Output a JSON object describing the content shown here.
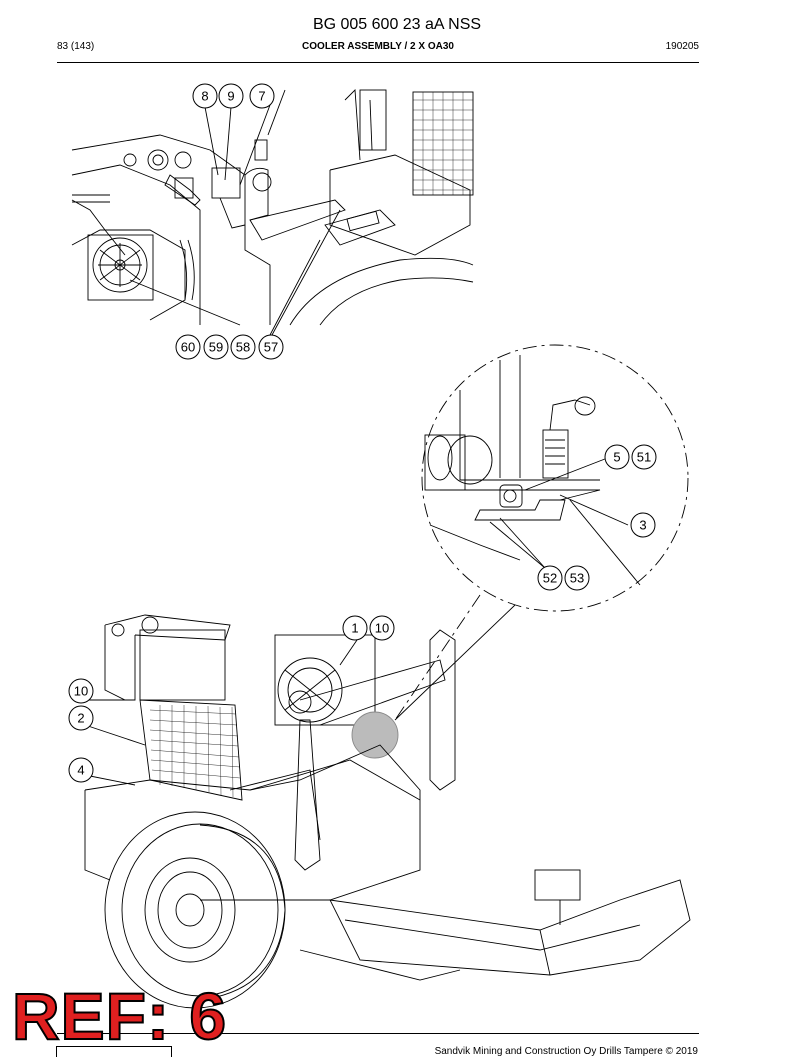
{
  "header": {
    "doc_number": "BG 005 600 23 aA NSS",
    "page": "83 (143)",
    "section": "COOLER ASSEMBLY / 2 X OA30",
    "date": "190205"
  },
  "callouts_top": [
    "8",
    "9",
    "7",
    "60",
    "59",
    "58",
    "57"
  ],
  "callouts_detail": [
    "5",
    "51",
    "3",
    "52",
    "53"
  ],
  "callouts_main": [
    "1",
    "10",
    "10",
    "2",
    "4"
  ],
  "ref_stamp": "REF: 6",
  "footer": {
    "copyright": "Sandvik Mining and Construction Oy Drills Tampere © 2019"
  }
}
